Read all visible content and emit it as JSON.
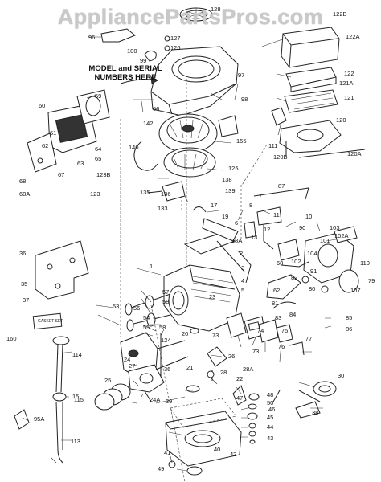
{
  "watermark": "AppliancePartsPros.com",
  "callout": {
    "line1": "MODEL and SERIAL",
    "line2": "NUMBERS HERE"
  },
  "gasket_set_label": "GASKET SET",
  "part_labels": [
    "128",
    "122B",
    "96",
    "127",
    "122A",
    "100",
    "126",
    "99",
    "97",
    "98",
    "122",
    "121A",
    "121",
    "60",
    "59",
    "66",
    "142",
    "120",
    "155",
    "111",
    "61",
    "62",
    "64",
    "65",
    "63",
    "67",
    "140",
    "125",
    "138",
    "120B",
    "120A",
    "123B",
    "68",
    "139",
    "68A",
    "123",
    "136",
    "87",
    "135",
    "7",
    "133",
    "17",
    "19",
    "8",
    "11",
    "10",
    "12",
    "6",
    "13",
    "18A",
    "90",
    "103",
    "102A",
    "101",
    "36",
    "104",
    "102",
    "110",
    "2",
    "68",
    "3",
    "91",
    "107",
    "1",
    "35",
    "62",
    "79",
    "80",
    "81",
    "37",
    "4",
    "5",
    "23",
    "82",
    "53",
    "57",
    "58",
    "83",
    "56",
    "84",
    "85",
    "86",
    "54",
    "55",
    "58",
    "73",
    "74",
    "75",
    "76",
    "77",
    "160",
    "20",
    "124",
    "73",
    "24",
    "27",
    "26",
    "28",
    "28A",
    "25",
    "22",
    "114",
    "21",
    "30",
    "24A",
    "15",
    "47",
    "48",
    "50",
    "46",
    "36",
    "39",
    "115",
    "45",
    "38",
    "95A",
    "44",
    "43",
    "41",
    "42",
    "113",
    "40",
    "49"
  ]
}
